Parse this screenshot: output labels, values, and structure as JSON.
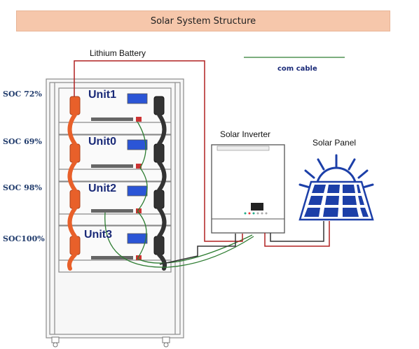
{
  "title": "Solar System Structure",
  "labels": {
    "battery": "Lithium Battery",
    "com_cable": "com cable",
    "inverter": "Solar Inverter",
    "panel": "Solar Panel"
  },
  "units": [
    {
      "name": "Unit1",
      "soc": "SOC 72%"
    },
    {
      "name": "Unit0",
      "soc": "SOC 69%"
    },
    {
      "name": "Unit2",
      "soc": "SOC 98%"
    },
    {
      "name": "Unit3",
      "soc": "SOC100%"
    }
  ],
  "colors": {
    "positive_wire": "#b02020",
    "negative_wire": "#222222",
    "com_cable": "#2e7d32",
    "positive_terminal": "#e8602a",
    "display": "#2b55d6",
    "title_bg": "#f6c7ab",
    "panel_cell": "#1c3fa8"
  }
}
